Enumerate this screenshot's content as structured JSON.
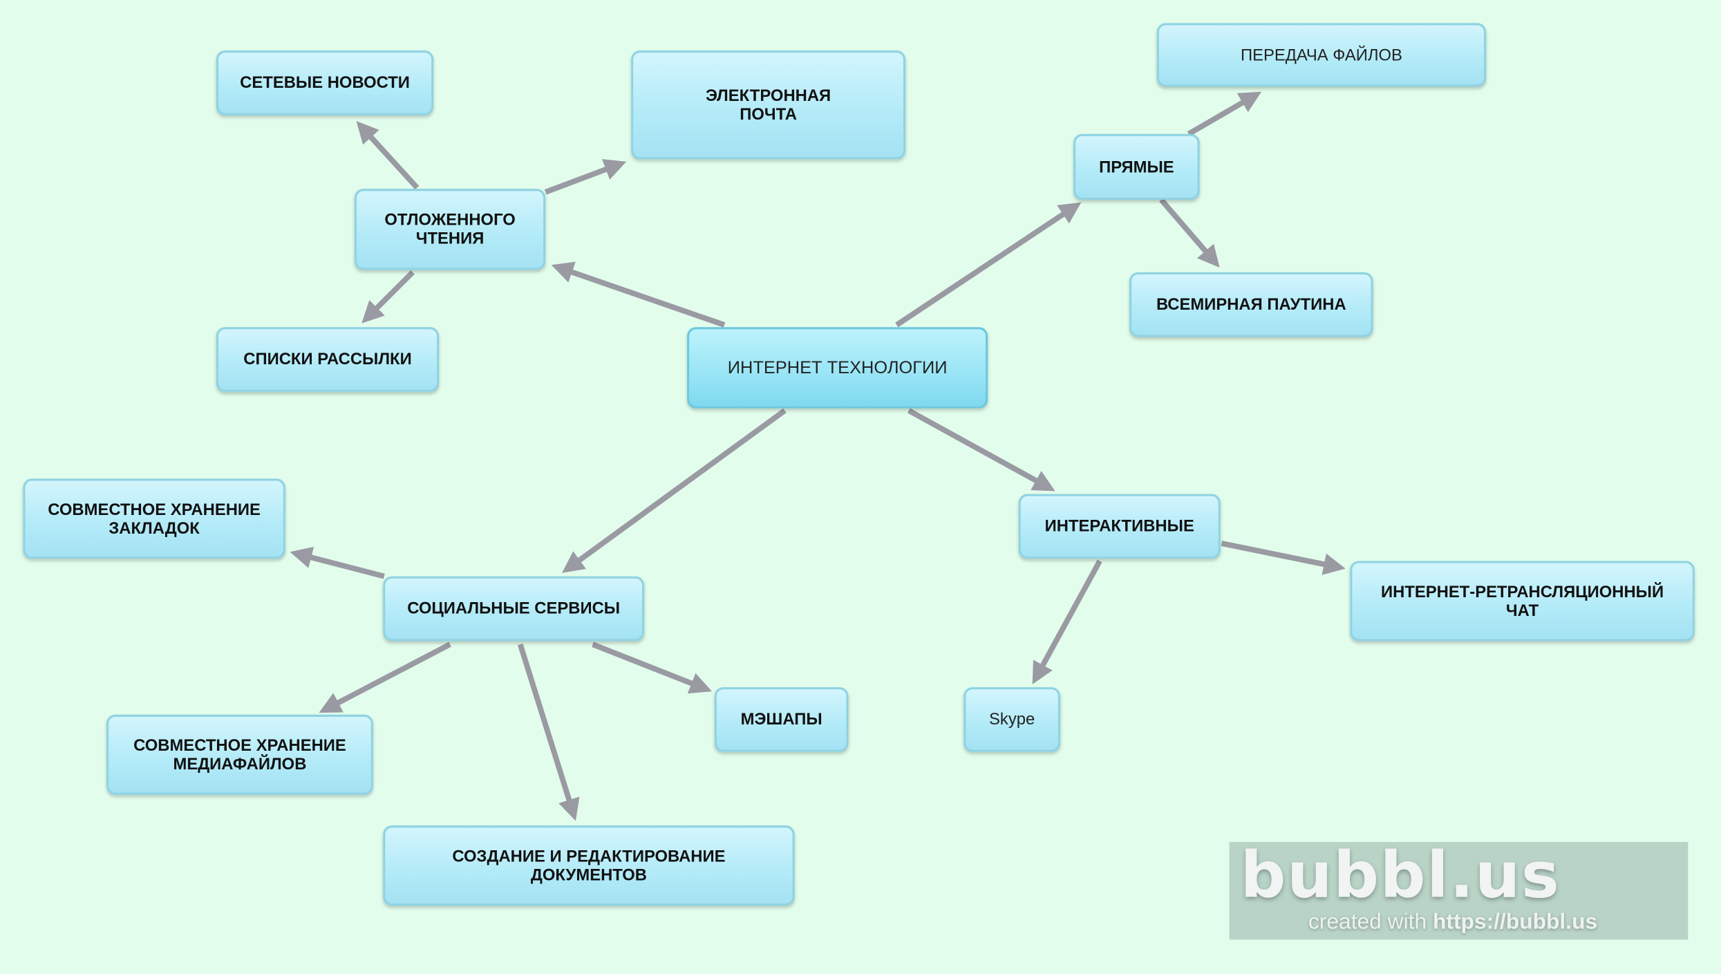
{
  "nodes": {
    "center": "ИНТЕРНЕТ ТЕХНОЛОГИИ",
    "net_news": "СЕТЕВЫЕ НОВОСТИ",
    "email": "ЭЛЕКТРОННАЯ\nПОЧТА",
    "deferred": "ОТЛОЖЕННОГО\nЧТЕНИЯ",
    "mailing": "СПИСКИ РАССЫЛКИ",
    "file_transfer": "ПЕРЕДАЧА ФАЙЛОВ",
    "direct": "ПРЯМЫЕ",
    "www": "ВСЕМИРНАЯ ПАУТИНА",
    "bookmarks": "СОВМЕСТНОЕ ХРАНЕНИЕ\nЗАКЛАДОК",
    "social": "СОЦИАЛЬНЫЕ СЕРВИСЫ",
    "interactive": "ИНТЕРАКТИВНЫЕ",
    "irc": "ИНТЕРНЕТ-РЕТРАНСЛЯЦИОННЫЙ\nЧАТ",
    "skype": "Skype",
    "mashups": "МЭШАПЫ",
    "media": "СОВМЕСТНОЕ ХРАНЕНИЕ\nМЕДИАФАЙЛОВ",
    "docs": "СОЗДАНИЕ И РЕДАКТИРОВАНИЕ\nДОКУМЕНТОВ"
  },
  "logo": {
    "brand": "bubbl.us",
    "created": "created with ",
    "url": "https://bubbl.us"
  },
  "colors": {
    "background": "#e3fdec",
    "edge": "#9a9aa3",
    "node": "#b4ebf8"
  }
}
